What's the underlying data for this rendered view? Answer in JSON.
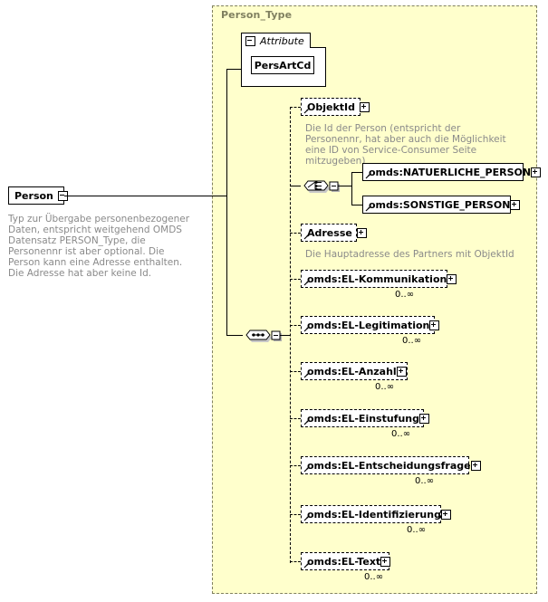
{
  "diagram": {
    "title": "Person_Type",
    "root": {
      "name": "Person",
      "toggle": "minus",
      "description": "Typ zur Übergabe personenbezogener Daten, entspricht weitgehend OMDS Datensatz PERSON_Type, die Personennr ist aber optional. Die Person kann eine Adresse enthalten. Die Adresse hat aber keine Id."
    },
    "attribute_group": {
      "label": "Attribute",
      "toggle": "minus",
      "attributes": [
        {
          "name": "PersArtCd"
        }
      ]
    },
    "compositors": {
      "choice": {
        "icon": "choice-compositor-icon",
        "toggle": "minus"
      },
      "sequence": {
        "icon": "sequence-compositor-icon",
        "toggle": "minus"
      }
    },
    "elements": [
      {
        "name": "ObjektId",
        "style": "dashed",
        "toggle": "plus",
        "description": "Die Id der Person (entspricht der Personennr, hat aber auch die Möglichkeit eine ID von Service-Consumer Seite mitzugeben)",
        "occurrence": ""
      },
      {
        "name": "omds:NATUERLICHE_PERSON",
        "style": "solid",
        "toggle": "plus",
        "description": "",
        "occurrence": ""
      },
      {
        "name": "omds:SONSTIGE_PERSON",
        "style": "solid",
        "toggle": "plus",
        "description": "",
        "occurrence": ""
      },
      {
        "name": "Adresse",
        "style": "dashed",
        "toggle": "plus",
        "description": "Die Hauptadresse des Partners mit ObjektId",
        "occurrence": ""
      },
      {
        "name": "omds:EL-Kommunikation",
        "style": "dashed",
        "toggle": "plus",
        "description": "",
        "occurrence": "0..∞"
      },
      {
        "name": "omds:EL-Legitimation",
        "style": "dashed",
        "toggle": "plus",
        "description": "",
        "occurrence": "0..∞"
      },
      {
        "name": "omds:EL-Anzahl",
        "style": "dashed",
        "toggle": "plus",
        "description": "",
        "occurrence": "0..∞"
      },
      {
        "name": "omds:EL-Einstufung",
        "style": "dashed",
        "toggle": "plus",
        "description": "",
        "occurrence": "0..∞"
      },
      {
        "name": "omds:EL-Entscheidungsfrage",
        "style": "dashed",
        "toggle": "plus",
        "description": "",
        "occurrence": "0..∞"
      },
      {
        "name": "omds:EL-Identifizierung",
        "style": "dashed",
        "toggle": "plus",
        "description": "",
        "occurrence": "0..∞"
      },
      {
        "name": "omds:EL-Text",
        "style": "dashed",
        "toggle": "plus",
        "description": "",
        "occurrence": "0..∞"
      }
    ],
    "colors": {
      "panel_background": "#ffffcc",
      "panel_border": "#808060",
      "panel_title": "#808060",
      "description_text": "#8a8a8a",
      "node_border": "#000000",
      "node_background": "#ffffff",
      "shadow": "#b0b0b0"
    }
  }
}
